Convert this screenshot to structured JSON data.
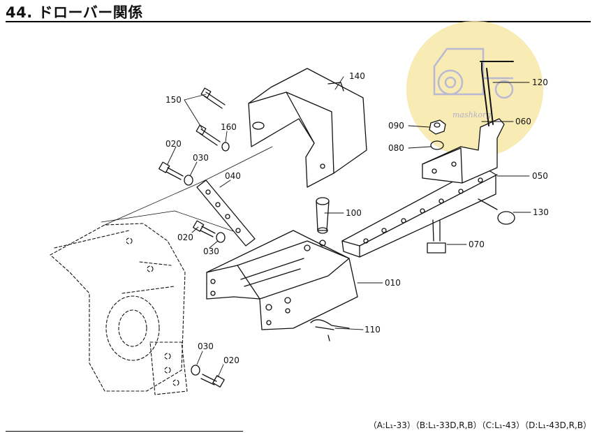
{
  "page_title": "44. ドローバー関係",
  "footnote": "（A:L₁-33）（B:L₁-33D,R,B）（C:L₁-43）（D:L₁-43D,R,B）",
  "watermark": {
    "text": "mashkorg",
    "circle_color": "#f7e7a6",
    "icon_color": "#b9b9d3"
  },
  "parts": {
    "p010": "010",
    "p020a": "020",
    "p020b": "020",
    "p020c": "020",
    "p030a": "030",
    "p030b": "030",
    "p030c": "030",
    "p040": "040",
    "p050": "050",
    "p060": "060",
    "p070": "070",
    "p080": "080",
    "p090": "090",
    "p100": "100",
    "p110": "110",
    "p120": "120",
    "p130": "130",
    "p140": "140",
    "p150": "150",
    "p160": "160"
  }
}
